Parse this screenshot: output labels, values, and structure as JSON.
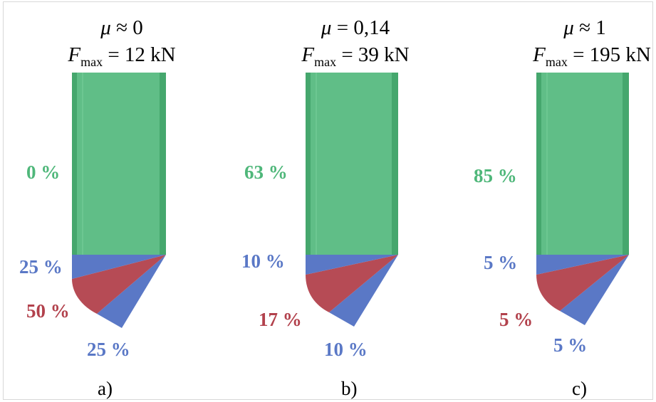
{
  "colors": {
    "shank": "#4fb77a",
    "shank_dark": "#3a9c62",
    "blue": "#5a78c6",
    "red": "#b2414c"
  },
  "panels": [
    {
      "caption": "a)",
      "mu_symbol": "μ",
      "mu_text": " ≈ 0",
      "f_symbol": "F",
      "f_sub": "max",
      "f_text": " = 12 kN",
      "pct_shank": "0 %",
      "pct_blue_top": "25 %",
      "pct_red": "50 %",
      "pct_blue_bottom": "25 %"
    },
    {
      "caption": "b)",
      "mu_symbol": "μ",
      "mu_text": " = 0,14",
      "f_symbol": "F",
      "f_sub": "max",
      "f_text": " = 39 kN",
      "pct_shank": "63 %",
      "pct_blue_top": "10 %",
      "pct_red": "17 %",
      "pct_blue_bottom": "10 %"
    },
    {
      "caption": "c)",
      "mu_symbol": "μ",
      "mu_text": " ≈ 1",
      "f_symbol": "F",
      "f_sub": "max",
      "f_text": " = 195 kN",
      "pct_shank": "85 %",
      "pct_blue_top": "5 %",
      "pct_red": "5 %",
      "pct_blue_bottom": "5 %"
    }
  ]
}
